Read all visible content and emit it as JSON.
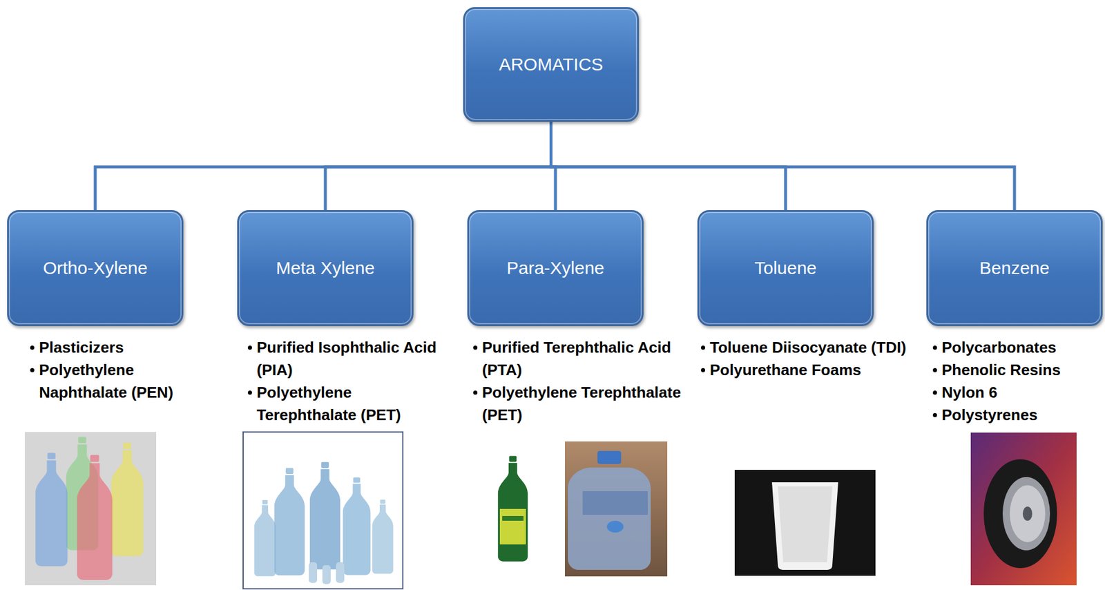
{
  "diagram": {
    "nodes": [
      {
        "text": [
          "AROMATICS"
        ]
      },
      {
        "text": [
          "Ortho-Xylene"
        ]
      },
      {
        "text": [
          "Meta Xylene"
        ]
      },
      {
        "text": [
          "Para-Xylene"
        ]
      },
      {
        "text": [
          "Toluene"
        ]
      },
      {
        "text": [
          "Benzene"
        ]
      }
    ],
    "edges": [
      {
        "from": 0,
        "to": 1,
        "arrow": "none"
      },
      {
        "from": 0,
        "to": 2,
        "arrow": "none"
      },
      {
        "from": 0,
        "to": 3,
        "arrow": "none"
      },
      {
        "from": 0,
        "to": 4,
        "arrow": "none"
      },
      {
        "from": 0,
        "to": 5,
        "arrow": "none"
      }
    ],
    "labels": [
      "Plasticizers",
      "Polyethylene Naphthalate (PEN)",
      "Purified Isophthalic Acid (PIA)",
      "Polyethylene Terephthalate (PET)",
      "Purified Terephthalic Acid (PTA)",
      "Polyethylene Terephthalate (PET)",
      "Toluene Diisocyanate (TDI)",
      "Polyurethane Foams",
      "Polycarbonates",
      "Phenolic Resins",
      "Nylon 6",
      "Polystyrenes"
    ]
  }
}
